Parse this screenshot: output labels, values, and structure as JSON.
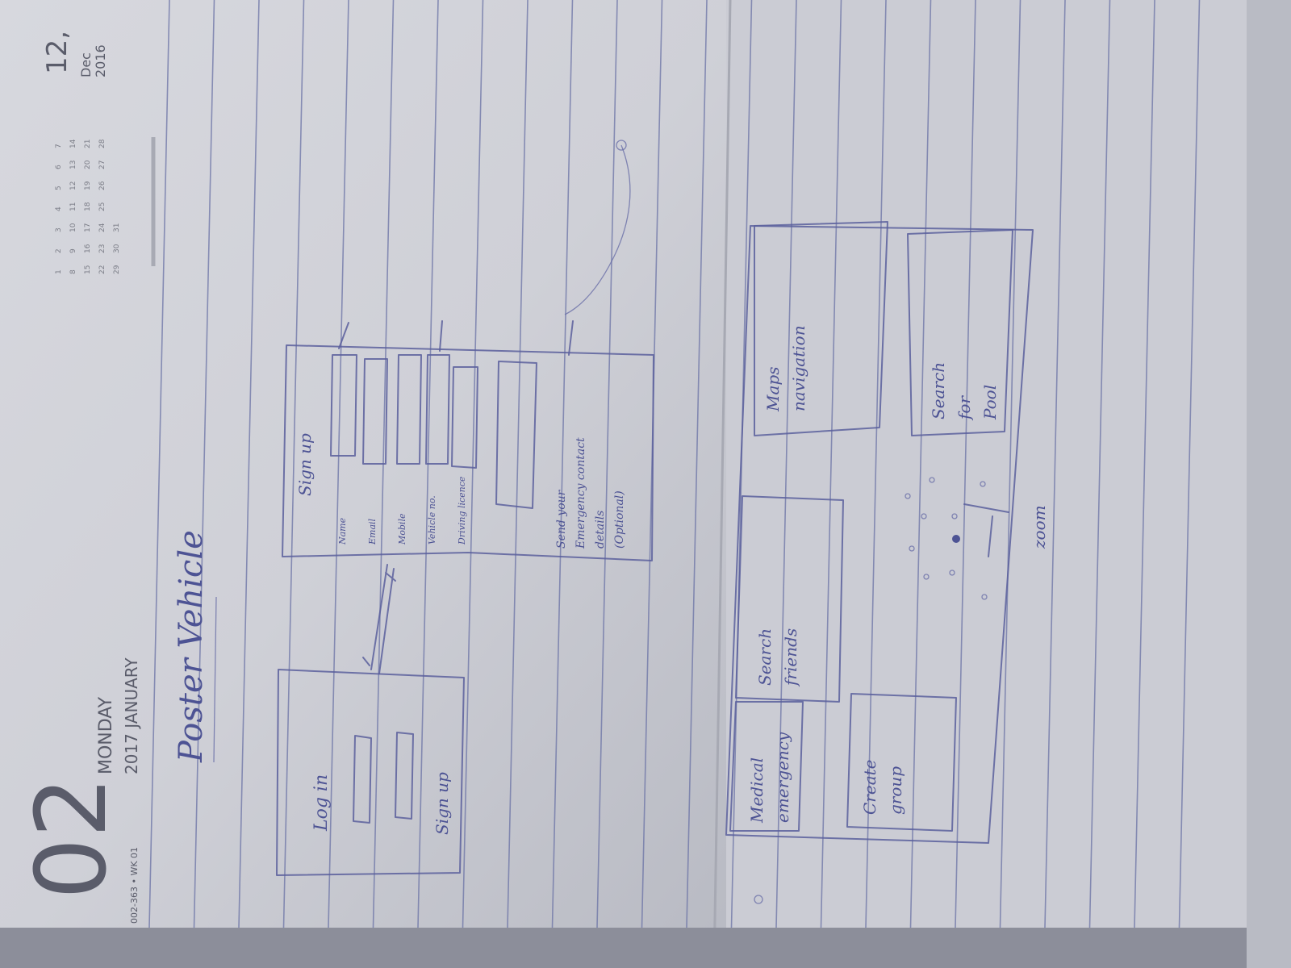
{
  "diary": {
    "day_number": "02",
    "weekday": "MONDAY",
    "year_month": "2017 JANUARY",
    "side_code": "002-363 • WK 01",
    "next_day_number": "12,",
    "next_month": "Dec",
    "next_year": "2016"
  },
  "sketch": {
    "title": "Poster Vehicle",
    "login_screen": {
      "title": "Log in",
      "button": "Sign up"
    },
    "signup_screen": {
      "title": "Sign up",
      "field_labels": [
        "Name",
        "Email",
        "Mobile",
        "Vehicle no.",
        "Driving licence"
      ],
      "note_lines": [
        "Send your",
        "Emergency contact",
        "details",
        "(Optional)"
      ]
    },
    "home_screen": {
      "tiles": [
        "Medical emergency",
        "Search friends",
        "Maps navigation",
        "Create group",
        "Search for Pool"
      ],
      "side_note": "zoom"
    }
  }
}
